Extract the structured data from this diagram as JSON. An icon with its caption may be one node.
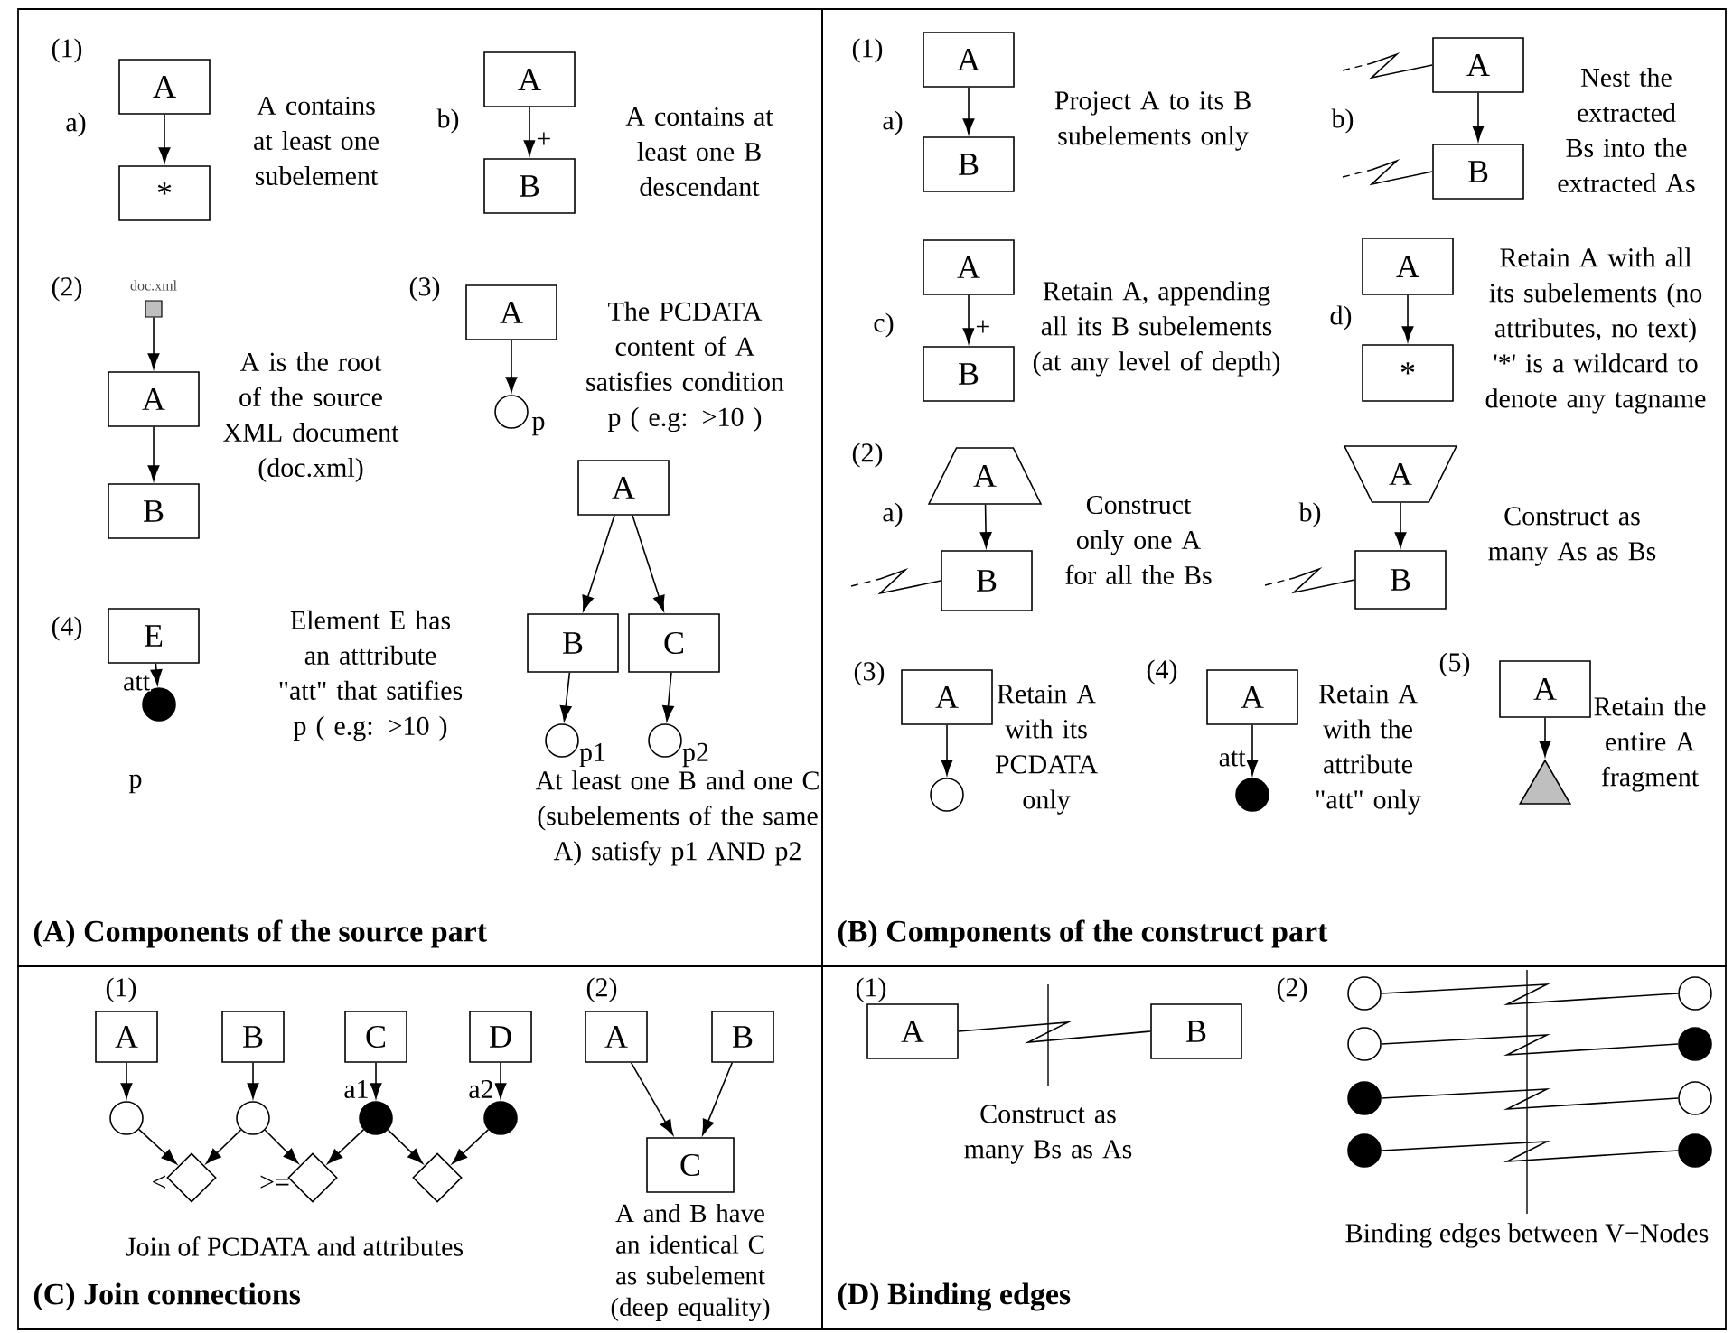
{
  "diagram": {
    "nodes": [
      {
        "text": [
          "(A) Components of the source part"
        ]
      },
      {
        "text": [
          "(B) Components of the construct part"
        ]
      },
      {
        "text": [
          "(C) Join connections"
        ]
      },
      {
        "text": [
          "(D) Binding edges"
        ]
      },
      {
        "text": [
          "A"
        ],
        "in": 0
      },
      {
        "text": [
          "*"
        ],
        "in": 0
      },
      {
        "text": [
          "A"
        ],
        "in": 0
      },
      {
        "text": [
          "B"
        ],
        "in": 0
      },
      {
        "text": [],
        "shape": "box",
        "beside": [
          "doc.xml"
        ],
        "in": 0
      },
      {
        "text": [
          "A"
        ],
        "in": 0
      },
      {
        "text": [
          "B"
        ],
        "in": 0
      },
      {
        "text": [
          "A"
        ],
        "in": 0
      },
      {
        "text": [],
        "shape": "circle",
        "beside": [
          "p"
        ],
        "in": 0
      },
      {
        "text": [
          "A"
        ],
        "in": 0
      },
      {
        "text": [
          "B"
        ],
        "in": 0
      },
      {
        "text": [
          "C"
        ],
        "in": 0
      },
      {
        "text": [],
        "shape": "circle",
        "beside": [
          "p1"
        ],
        "in": 0
      },
      {
        "text": [],
        "shape": "circle",
        "beside": [
          "p2"
        ],
        "in": 0
      },
      {
        "text": [
          "E"
        ],
        "in": 0
      },
      {
        "text": [],
        "shape": "dot",
        "beside": [
          "p"
        ],
        "in": 0
      },
      {
        "text": [
          "A"
        ],
        "in": 1
      },
      {
        "text": [
          "B"
        ],
        "in": 1
      },
      {
        "text": [
          "A"
        ],
        "in": 1
      },
      {
        "text": [
          "B"
        ],
        "in": 1
      },
      {
        "text": [
          "A"
        ],
        "in": 1
      },
      {
        "text": [
          "B"
        ],
        "in": 1
      },
      {
        "text": [
          "A"
        ],
        "in": 1
      },
      {
        "text": [
          "*"
        ],
        "in": 1
      },
      {
        "text": [
          "A"
        ],
        "in": 1
      },
      {
        "text": [
          "B"
        ],
        "in": 1
      },
      {
        "text": [
          "A"
        ],
        "in": 1
      },
      {
        "text": [
          "B"
        ],
        "in": 1
      },
      {
        "text": [
          "A"
        ],
        "in": 1
      },
      {
        "text": [],
        "shape": "circle",
        "in": 1
      },
      {
        "text": [
          "A"
        ],
        "in": 1
      },
      {
        "text": [],
        "shape": "dot",
        "in": 1
      },
      {
        "text": [
          "A"
        ],
        "in": 1
      },
      {
        "text": [],
        "shape": "triangle",
        "in": 1
      },
      {
        "text": [
          "A"
        ],
        "in": 2
      },
      {
        "text": [
          "B"
        ],
        "in": 2
      },
      {
        "text": [
          "C"
        ],
        "in": 2
      },
      {
        "text": [
          "D"
        ],
        "in": 2
      },
      {
        "text": [],
        "shape": "circle",
        "in": 2
      },
      {
        "text": [],
        "shape": "circle",
        "in": 2
      },
      {
        "text": [],
        "shape": "dot",
        "in": 2
      },
      {
        "text": [],
        "shape": "dot",
        "in": 2
      },
      {
        "text": [],
        "shape": "diamond",
        "beside": [
          "<"
        ],
        "in": 2
      },
      {
        "text": [],
        "shape": "diamond",
        "beside": [
          ">="
        ],
        "in": 2
      },
      {
        "text": [],
        "shape": "diamond",
        "in": 2
      },
      {
        "text": [
          "A"
        ],
        "in": 2
      },
      {
        "text": [
          "B"
        ],
        "in": 2
      },
      {
        "text": [
          "C"
        ],
        "in": 2
      },
      {
        "text": [
          "A"
        ],
        "in": 3
      },
      {
        "text": [
          "B"
        ],
        "in": 3
      },
      {
        "text": [],
        "shape": "circle",
        "in": 3
      },
      {
        "text": [],
        "shape": "circle",
        "in": 3
      },
      {
        "text": [],
        "shape": "circle",
        "in": 3
      },
      {
        "text": [],
        "shape": "dot",
        "in": 3
      },
      {
        "text": [],
        "shape": "dot",
        "in": 3
      },
      {
        "text": [],
        "shape": "circle",
        "in": 3
      },
      {
        "text": [],
        "shape": "dot",
        "in": 3
      },
      {
        "text": [],
        "shape": "dot",
        "in": 3
      }
    ],
    "edges": [
      {
        "from": 4,
        "to": 5,
        "arrow": "to"
      },
      {
        "from": 6,
        "to": 7,
        "arrow": "to",
        "label": "+"
      },
      {
        "from": 8,
        "to": 9,
        "arrow": "to"
      },
      {
        "from": 9,
        "to": 10,
        "arrow": "to"
      },
      {
        "from": 11,
        "to": 12,
        "arrow": "to"
      },
      {
        "from": 13,
        "to": 14,
        "arrow": "to"
      },
      {
        "from": 13,
        "to": 15,
        "arrow": "to"
      },
      {
        "from": 14,
        "to": 16,
        "arrow": "to"
      },
      {
        "from": 15,
        "to": 17,
        "arrow": "to"
      },
      {
        "from": 18,
        "to": 19,
        "arrow": "to",
        "label": "att"
      },
      {
        "from": 20,
        "to": 21,
        "arrow": "to"
      },
      {
        "from": null,
        "to": 22,
        "arrow": "none"
      },
      {
        "from": null,
        "to": 23,
        "arrow": "none"
      },
      {
        "from": 22,
        "to": 23,
        "arrow": "to"
      },
      {
        "from": 24,
        "to": 25,
        "arrow": "to",
        "label": "+"
      },
      {
        "from": 26,
        "to": 27,
        "arrow": "to"
      },
      {
        "from": 28,
        "to": 29,
        "arrow": "to"
      },
      {
        "from": null,
        "to": 29,
        "arrow": "none"
      },
      {
        "from": 30,
        "to": 31,
        "arrow": "to"
      },
      {
        "from": null,
        "to": 31,
        "arrow": "none"
      },
      {
        "from": 32,
        "to": 33,
        "arrow": "to"
      },
      {
        "from": 34,
        "to": 35,
        "arrow": "to",
        "label": "att"
      },
      {
        "from": 36,
        "to": 37,
        "arrow": "to"
      },
      {
        "from": 38,
        "to": 42,
        "arrow": "to"
      },
      {
        "from": 39,
        "to": 43,
        "arrow": "to"
      },
      {
        "from": 40,
        "to": 44,
        "arrow": "to",
        "label": "a1"
      },
      {
        "from": 41,
        "to": 45,
        "arrow": "to",
        "label": "a2"
      },
      {
        "from": 42,
        "to": 46,
        "arrow": "to"
      },
      {
        "from": 43,
        "to": 46,
        "arrow": "to"
      },
      {
        "from": 43,
        "to": 47,
        "arrow": "to"
      },
      {
        "from": 44,
        "to": 47,
        "arrow": "to"
      },
      {
        "from": 44,
        "to": 48,
        "arrow": "to"
      },
      {
        "from": 45,
        "to": 48,
        "arrow": "to"
      },
      {
        "from": 49,
        "to": 51,
        "arrow": "to"
      },
      {
        "from": 50,
        "to": 51,
        "arrow": "to"
      },
      {
        "from": 52,
        "to": 53,
        "arrow": "none"
      },
      {
        "from": 54,
        "to": 55,
        "arrow": "none"
      },
      {
        "from": 56,
        "to": 57,
        "arrow": "none"
      },
      {
        "from": 58,
        "to": 59,
        "arrow": "none"
      },
      {
        "from": 60,
        "to": 61,
        "arrow": "none"
      }
    ],
    "labels": [
      "(1)",
      "a)",
      "A contains at least one subelement",
      "b)",
      "A contains at least one B descendant",
      "(2)",
      "A is the root of the source XML document (doc.xml)",
      "(3)",
      "The PCDATA content of A satisfies condition p ( e.g: >10 )",
      "(4)",
      "Element E has an atttribute \"att\" that satifies p ( e.g: >10 )",
      "At least one B and one C (subelements of the same A) satisfy p1 AND p2",
      "(1)",
      "a)",
      "Project A to its B subelements only",
      "b)",
      "Nest the extracted Bs into the extracted As",
      "c)",
      "Retain A, appending all its B subelements (at any level of depth)",
      "d)",
      "Retain A with all its subelements (no attributes, no text) '*' is a wildcard to denote any tagname",
      "(2)",
      "a)",
      "Construct only one A for all the Bs",
      "b)",
      "Construct as many As as Bs",
      "(3)",
      "Retain A with its PCDATA only",
      "(4)",
      "Retain A with the attribute \"att\" only",
      "(5)",
      "Retain the entire A fragment",
      "(1)",
      "(2)",
      "Join of PCDATA and attributes",
      "A and B have an identical C as subelement (deep equality)",
      "(1)",
      "Construct as many Bs as As",
      "(2)",
      "Binding edges between V−Nodes"
    ]
  }
}
